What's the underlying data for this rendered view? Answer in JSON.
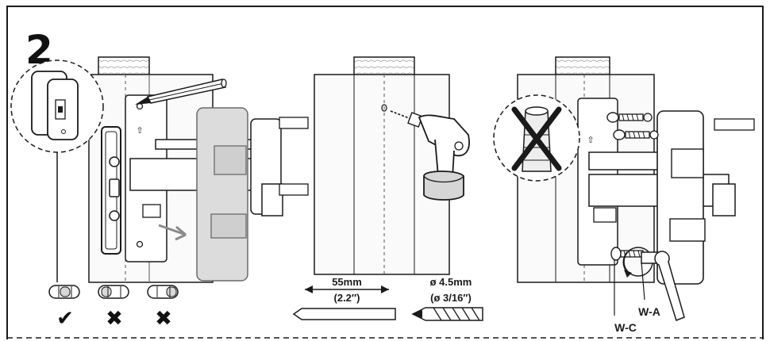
{
  "step": {
    "number": "2"
  },
  "panel_middle": {
    "depth_value": "55mm",
    "depth_imperial": "(2.2″)",
    "bit_diameter": "ø 4.5mm",
    "bit_diameter_imperial": "(ø 3/16″)"
  },
  "panel_right": {
    "label_wc": "W-C",
    "label_wa": "W-A"
  },
  "level_marks": [
    "✔",
    "✖",
    "✖"
  ],
  "colors": {
    "line": "#1a1a1a",
    "tv_gray": "#dcdcdc",
    "wood": "#f4f4f4"
  }
}
